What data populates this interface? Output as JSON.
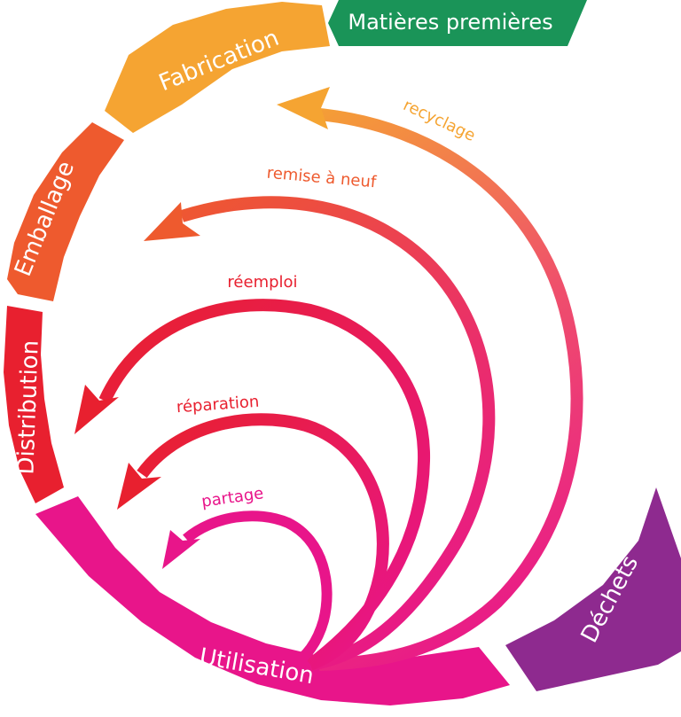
{
  "stages": {
    "raw_materials": "Matières premières",
    "manufacturing": "Fabrication",
    "packaging": "Emballage",
    "distribution": "Distribution",
    "use": "Utilisation",
    "waste": "Déchets"
  },
  "loops": {
    "recycling": "recyclage",
    "refurbish": "remise à neuf",
    "reuse": "réemploi",
    "repair": "réparation",
    "sharing": "partage"
  },
  "colors": {
    "raw_materials": "#1a9458",
    "manufacturing": "#f5a432",
    "packaging": "#ee5a2e",
    "distribution": "#e8202f",
    "use": "#e8158a",
    "waste": "#8e2a8f",
    "recycling": "#f5a432",
    "refurbish": "#ee5a2e",
    "reuse": "#e8202f",
    "repair": "#e8202f",
    "sharing": "#e8158a"
  }
}
